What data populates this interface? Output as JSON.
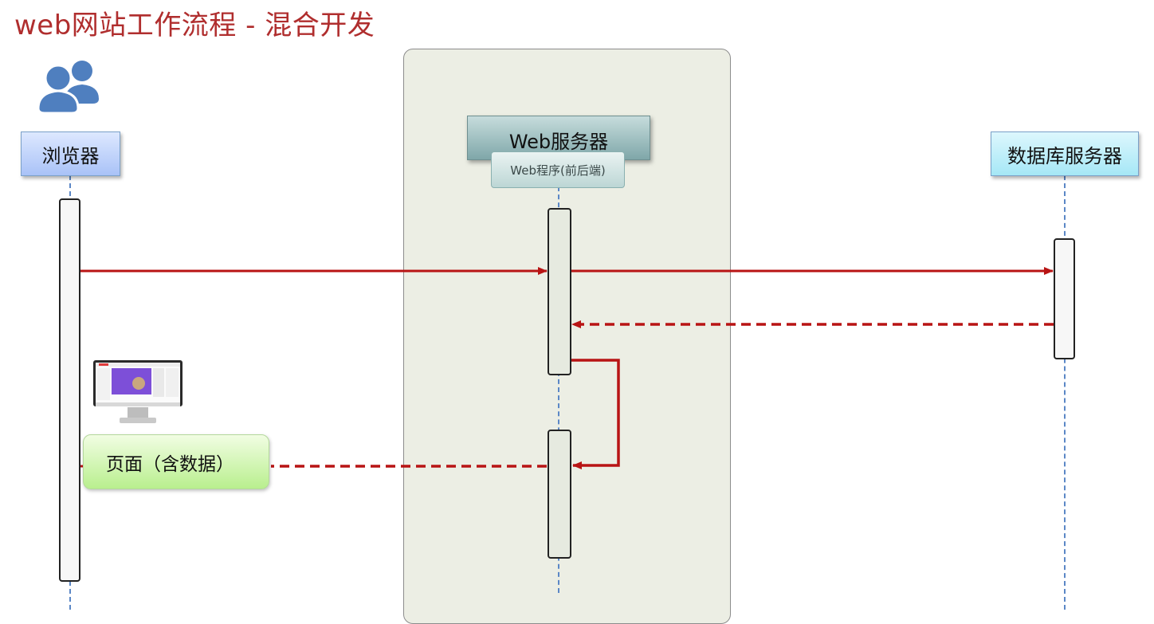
{
  "title": "web网站工作流程 - 混合开发",
  "actors": {
    "browser": "浏览器",
    "web_server": "Web服务器",
    "web_program": "Web程序(前后端)",
    "db_server": "数据库服务器"
  },
  "messages": {
    "response_label": "页面（含数据）"
  },
  "colors": {
    "title": "#b02e2e",
    "arrow": "#b81414",
    "lifeline": "#5b87c6"
  },
  "icons": {
    "users": "users-icon",
    "monitor": "monitor-icon"
  }
}
